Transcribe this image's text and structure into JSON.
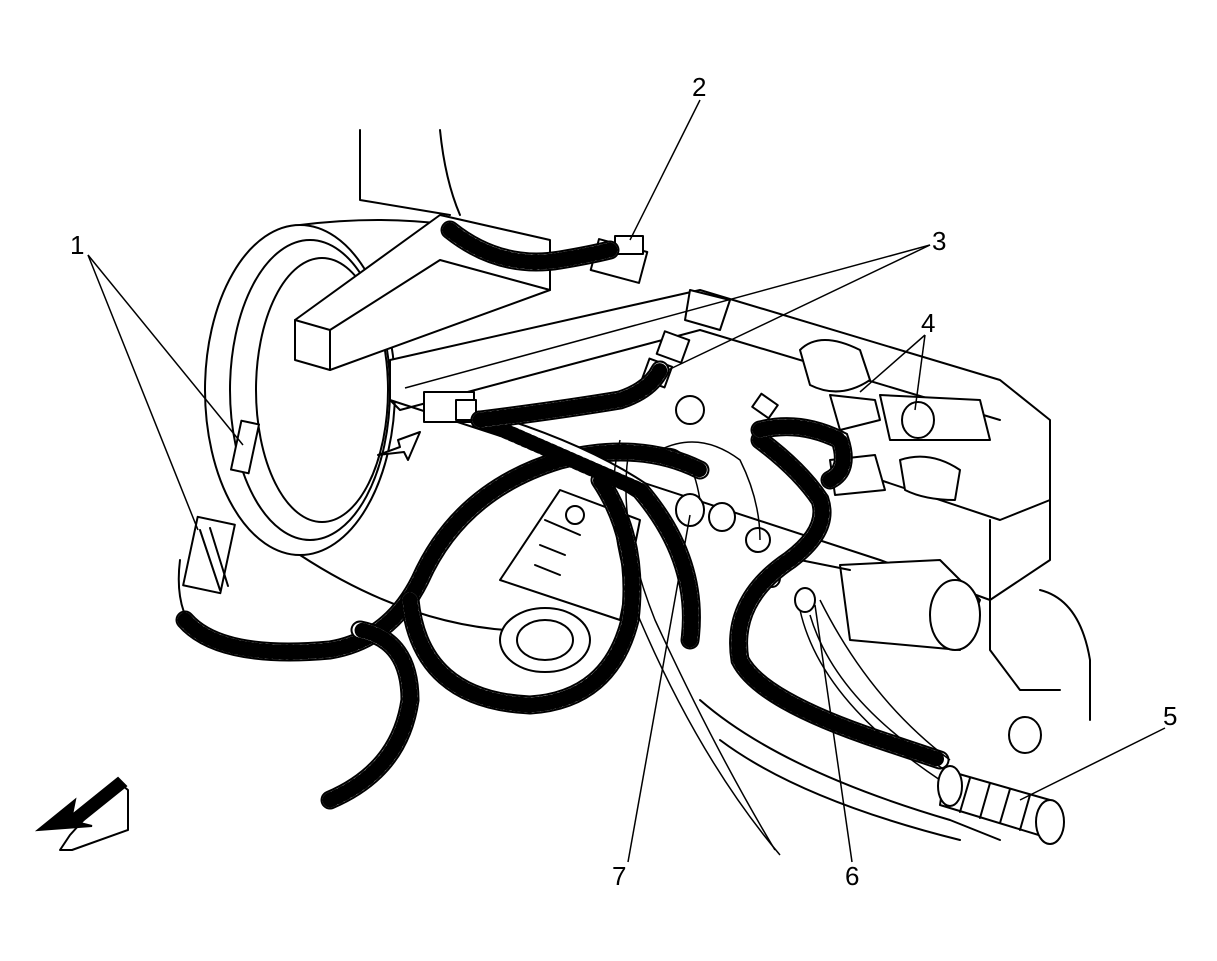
{
  "callouts": [
    {
      "id": "1",
      "label": "1"
    },
    {
      "id": "2",
      "label": "2"
    },
    {
      "id": "3",
      "label": "3"
    },
    {
      "id": "4",
      "label": "4"
    },
    {
      "id": "5",
      "label": "5"
    },
    {
      "id": "6",
      "label": "6"
    },
    {
      "id": "7",
      "label": "7"
    }
  ],
  "orientation_arrow_icon": "front-arrow-icon",
  "colors": {
    "line": "#000000",
    "background": "#ffffff"
  }
}
